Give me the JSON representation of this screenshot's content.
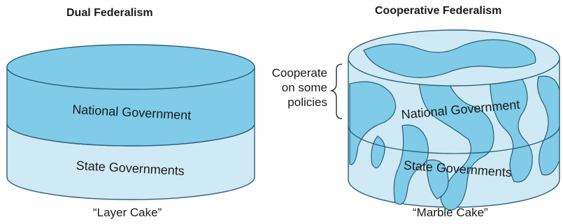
{
  "left": {
    "title": "Dual Federalism",
    "top_layer": "National Government",
    "bottom_layer": "State Governments",
    "caption": "“Layer Cake”"
  },
  "right": {
    "title": "Cooperative Federalism",
    "top_layer": "National Government",
    "bottom_layer": "State Governments",
    "caption": "“Marble Cake”",
    "note_lines": [
      "Cooperate",
      "on some",
      "policies"
    ]
  },
  "colors": {
    "national": "#7fcbe8",
    "state": "#cfeaf5",
    "outline": "#2b5f78",
    "text": "#1a1a1a"
  }
}
